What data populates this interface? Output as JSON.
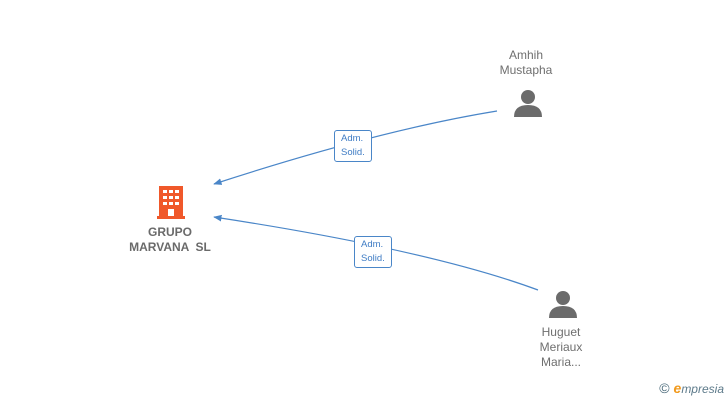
{
  "company": {
    "name_line1": "GRUPO",
    "name_line2": "MARVANA  SL",
    "icon": "building-icon",
    "color": "#f0582a"
  },
  "persons": [
    {
      "line1": "Amhih",
      "line2": "Mustapha",
      "line3": "",
      "icon": "person-icon"
    },
    {
      "line1": "Huguet",
      "line2": "Meriaux",
      "line3": "Maria...",
      "icon": "person-icon"
    }
  ],
  "edges": [
    {
      "from": "Amhih Mustapha",
      "to": "GRUPO MARVANA SL",
      "label_line1": "Adm.",
      "label_line2": "Solid."
    },
    {
      "from": "Huguet Meriaux Maria...",
      "to": "GRUPO MARVANA SL",
      "label_line1": "Adm.",
      "label_line2": "Solid."
    }
  ],
  "colors": {
    "edge": "#4a86c8",
    "person": "#6b6b6b",
    "company": "#f0582a"
  },
  "branding": {
    "copyright": "©",
    "e": "e",
    "name": "mpresia"
  }
}
